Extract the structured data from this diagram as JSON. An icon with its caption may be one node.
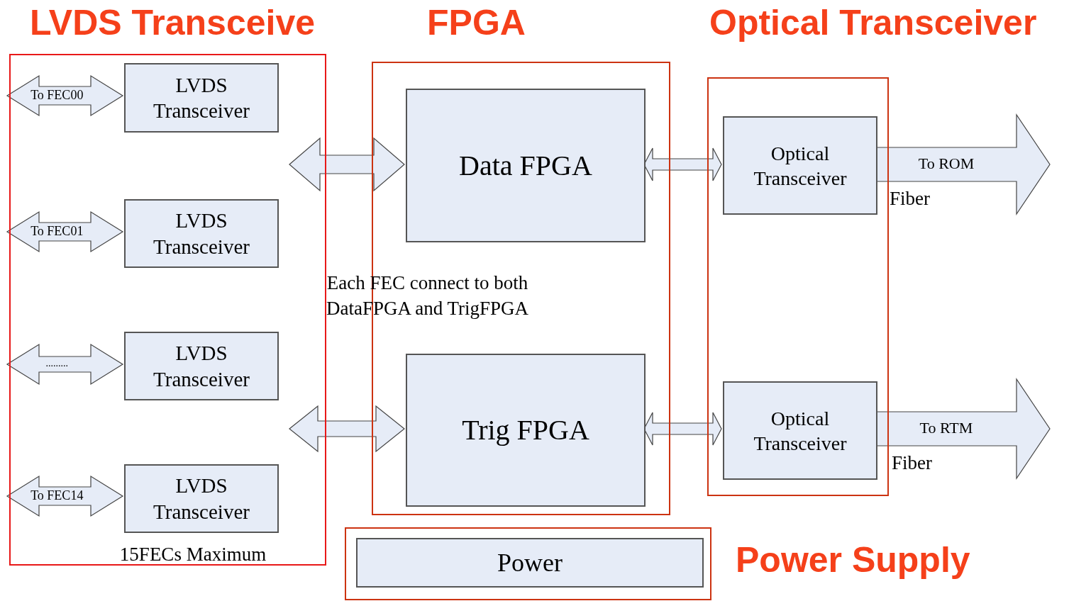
{
  "diagram": {
    "nodes": [
      {
        "text": [
          "LVDS Transceive",
          "15FECs Maximum"
        ]
      },
      {
        "text": [
          "LVDS Transceiver"
        ],
        "in": 0
      },
      {
        "text": [
          "LVDS Transceiver"
        ],
        "in": 0
      },
      {
        "text": [
          "LVDS Transceiver"
        ],
        "in": 0
      },
      {
        "text": [
          "LVDS Transceiver"
        ],
        "in": 0
      },
      {
        "text": [
          "FPGA"
        ]
      },
      {
        "text": [
          "Data FPGA"
        ],
        "in": 5
      },
      {
        "text": [
          "Trig FPGA"
        ],
        "in": 5
      },
      {
        "text": [
          "Optical Transceiver"
        ]
      },
      {
        "text": [
          "Optical Transceiver"
        ],
        "in": 8
      },
      {
        "text": [
          "Optical Transceiver"
        ],
        "in": 8
      },
      {
        "text": [
          "Power Supply"
        ]
      },
      {
        "text": [
          "Power"
        ],
        "in": 11
      }
    ],
    "edges": [
      {
        "from": null,
        "to": 1,
        "arrow": "both",
        "label": "To FEC00"
      },
      {
        "from": null,
        "to": 2,
        "arrow": "both",
        "label": "To FEC01"
      },
      {
        "from": null,
        "to": 3,
        "arrow": "both",
        "label": "........."
      },
      {
        "from": null,
        "to": 4,
        "arrow": "both",
        "label": "To FEC14"
      },
      {
        "from": null,
        "to": 6,
        "arrow": "both"
      },
      {
        "from": null,
        "to": 7,
        "arrow": "both"
      },
      {
        "from": 6,
        "to": 9,
        "arrow": "both"
      },
      {
        "from": 7,
        "to": 10,
        "arrow": "both"
      },
      {
        "from": 9,
        "to": null,
        "arrow": "to",
        "label": "To ROM"
      },
      {
        "from": 10,
        "to": null,
        "arrow": "to",
        "label": "To RTM"
      }
    ],
    "labels": [
      "Each FEC connect to both DataFPGA and TrigFPGA",
      "Fiber",
      "Fiber"
    ]
  }
}
